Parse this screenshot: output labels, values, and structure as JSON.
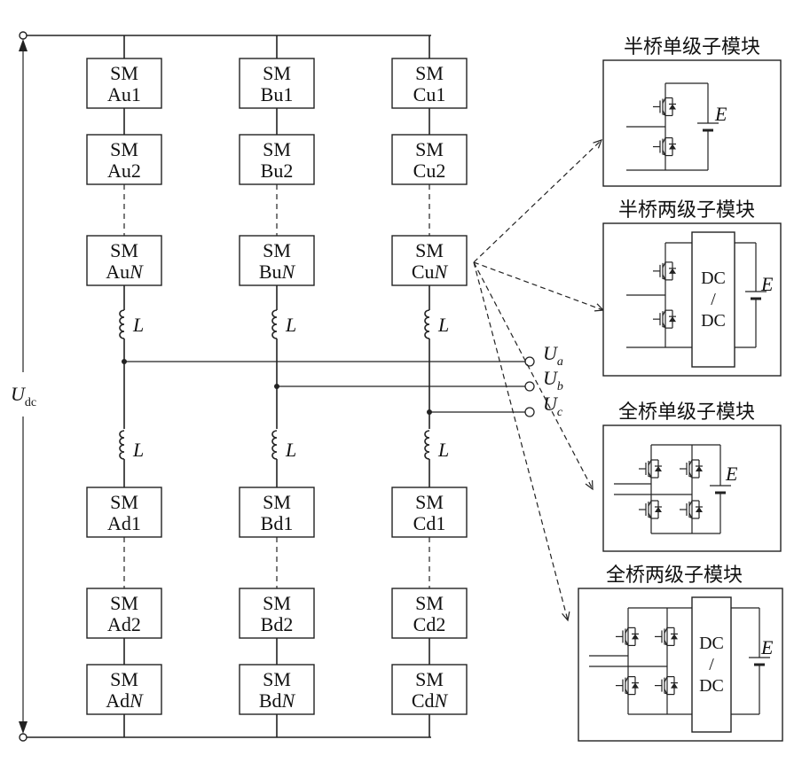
{
  "dc_voltage": {
    "main": "U",
    "sub": "dc"
  },
  "sm_prefix": "SM",
  "inductor_label": "L",
  "phases": [
    {
      "upper": [
        {
          "text": "Au1",
          "ital": ""
        },
        {
          "text": "Au2",
          "ital": ""
        },
        {
          "text": "Au",
          "ital": "N"
        }
      ],
      "lower": [
        {
          "text": "Ad1",
          "ital": ""
        },
        {
          "text": "Ad2",
          "ital": ""
        },
        {
          "text": "Ad",
          "ital": "N"
        }
      ]
    },
    {
      "upper": [
        {
          "text": "Bu1",
          "ital": ""
        },
        {
          "text": "Bu2",
          "ital": ""
        },
        {
          "text": "Bu",
          "ital": "N"
        }
      ],
      "lower": [
        {
          "text": "Bd1",
          "ital": ""
        },
        {
          "text": "Bd2",
          "ital": ""
        },
        {
          "text": "Bd",
          "ital": "N"
        }
      ]
    },
    {
      "upper": [
        {
          "text": "Cu1",
          "ital": ""
        },
        {
          "text": "Cu2",
          "ital": ""
        },
        {
          "text": "Cu",
          "ital": "N"
        }
      ],
      "lower": [
        {
          "text": "Cd1",
          "ital": ""
        },
        {
          "text": "Cd2",
          "ital": ""
        },
        {
          "text": "Cd",
          "ital": "N"
        }
      ]
    }
  ],
  "outputs": [
    {
      "main": "U",
      "sub": "a"
    },
    {
      "main": "U",
      "sub": "b"
    },
    {
      "main": "U",
      "sub": "c"
    }
  ],
  "submodules": [
    {
      "title": "半桥单级子模块",
      "kind": "half-single"
    },
    {
      "title": "半桥两级子模块",
      "kind": "half-two"
    },
    {
      "title": "全桥单级子模块",
      "kind": "full-single"
    },
    {
      "title": "全桥两级子模块",
      "kind": "full-two"
    }
  ],
  "dcdc_label": {
    "top": "DC",
    "mid": "/",
    "bottom": "DC"
  },
  "source_label": "E"
}
